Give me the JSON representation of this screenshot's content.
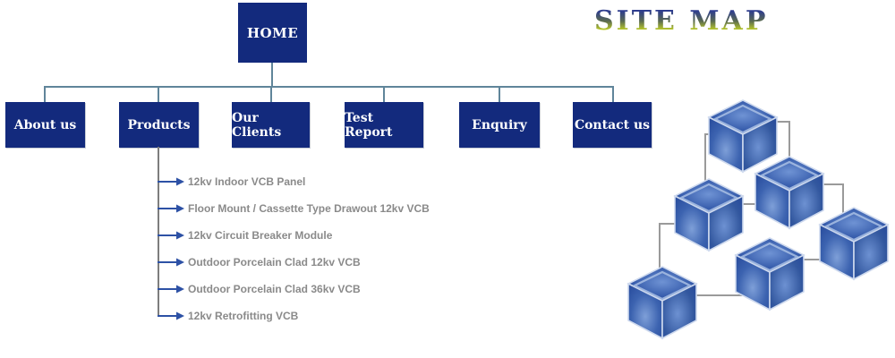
{
  "title": "SITE MAP",
  "home": {
    "label": "HOME"
  },
  "nav": {
    "items": [
      {
        "label": "About us"
      },
      {
        "label": "Products"
      },
      {
        "label": "Our Clients"
      },
      {
        "label": "Test Report"
      },
      {
        "label": "Enquiry"
      },
      {
        "label": "Contact us"
      }
    ]
  },
  "products": {
    "items": [
      "12kv Indoor VCB Panel",
      "Floor Mount / Cassette Type Drawout 12kv VCB",
      "12kv Circuit Breaker Module",
      "Outdoor Porcelain Clad 12kv VCB",
      "Outdoor Porcelain Clad 36kv VCB",
      "12kv Retrofitting VCB"
    ]
  },
  "graphic": {
    "name": "network-of-six-blue-cubes",
    "cube_count": 6
  },
  "colors": {
    "box_navy": "#132a7d",
    "box_text": "#ffffff",
    "tree_connector": "#60859a",
    "product_line_gray": "#7d7d7d",
    "product_arrow_blue": "#2d51a5",
    "product_text_gray": "#8a8a8a",
    "title_gradient_top": "#2e3d8f",
    "title_gradient_bottom": "#c8d824",
    "cube_blue": "#3c63b0",
    "cube_link_gray": "#9a9a9a"
  }
}
